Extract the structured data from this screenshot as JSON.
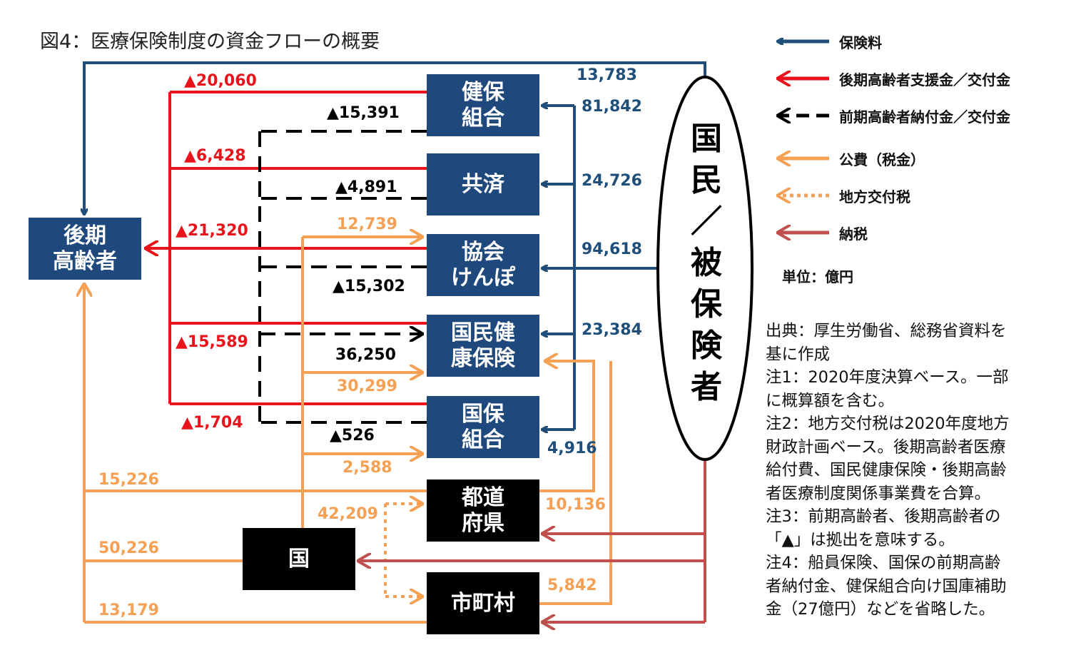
{
  "title": "図4：医療保険制度の資金フローの概要",
  "colors": {
    "premium": "#1f4e79",
    "late_support": "#e8131b",
    "early_payment": "#000000",
    "public_funds": "#f4a055",
    "local_tax_grant": "#f4a055",
    "tax": "#c0504d",
    "box_blue": "#1f497d",
    "box_black": "#000000"
  },
  "legend": [
    {
      "id": "premium",
      "label": "保険料",
      "style": "solid",
      "color": "#1f4e79"
    },
    {
      "id": "late",
      "label": "後期高齢者支援金／交付金",
      "style": "solid",
      "color": "#e8131b"
    },
    {
      "id": "early",
      "label": "前期高齢者納付金／交付金",
      "style": "dashed",
      "color": "#000000"
    },
    {
      "id": "public",
      "label": "公費（税金）",
      "style": "solid",
      "color": "#f4a055"
    },
    {
      "id": "local",
      "label": "地方交付税",
      "style": "dotted",
      "color": "#f4a055"
    },
    {
      "id": "tax",
      "label": "納税",
      "style": "solid",
      "color": "#c0504d"
    }
  ],
  "unit": "単位：億円",
  "nodes": {
    "elderly": "後期\n高齢者",
    "kenpo_kumiai": "健保\n組合",
    "kyosai": "共済",
    "kyokai": "協会\nけんぽ",
    "kokuho": "国民健\n康保険",
    "kokuho_kumiai": "国保\n組合",
    "prefecture": "都道\n府県",
    "state": "国",
    "municipality": "市町村",
    "citizens": "国\n民\n／\n被\n保\n険\n者"
  },
  "values": {
    "top_premium": "13,783",
    "prem_kenpo": "81,842",
    "prem_kyosai": "24,726",
    "prem_kyokai": "94,618",
    "prem_kokuho": "23,384",
    "prem_kokuho_kumiai": "4,916",
    "late_kenpo": "▲20,060",
    "late_kyosai": "▲6,428",
    "late_total": "▲21,320",
    "late_kokuho": "▲15,589",
    "late_kumiai": "▲1,704",
    "early_kenpo": "▲15,391",
    "early_kyosai": "▲4,891",
    "early_kyokai": "▲15,302",
    "early_kokuho": "36,250",
    "early_kumiai": "▲526",
    "pub_kyokai": "12,739",
    "pub_kokuho": "30,299",
    "pub_kumiai": "2,588",
    "pub_elderly_pref": "15,226",
    "pub_elderly_state": "50,226",
    "pub_elderly_muni": "13,179",
    "local_tax": "42,209",
    "pref_kokuho": "10,136",
    "muni_kokuho": "5,842"
  },
  "notes": [
    "出典：厚生労働省、総務省資料を\n基に作成",
    "注1：2020年度決算ベース。一部\nに概算額を含む。",
    "注2：地方交付税は2020年度地方\n財政計画ベース。後期高齢者医療\n給付費、国民健康保険・後期高齢\n者医療制度関係事業費を合算。",
    "注3：前期高齢者、後期高齢者の\n「▲」は拠出を意味する。",
    "注4：船員保険、国保の前期高齢\n者納付金、健保組合向け国庫補助\n金（27億円）などを省略した。"
  ]
}
